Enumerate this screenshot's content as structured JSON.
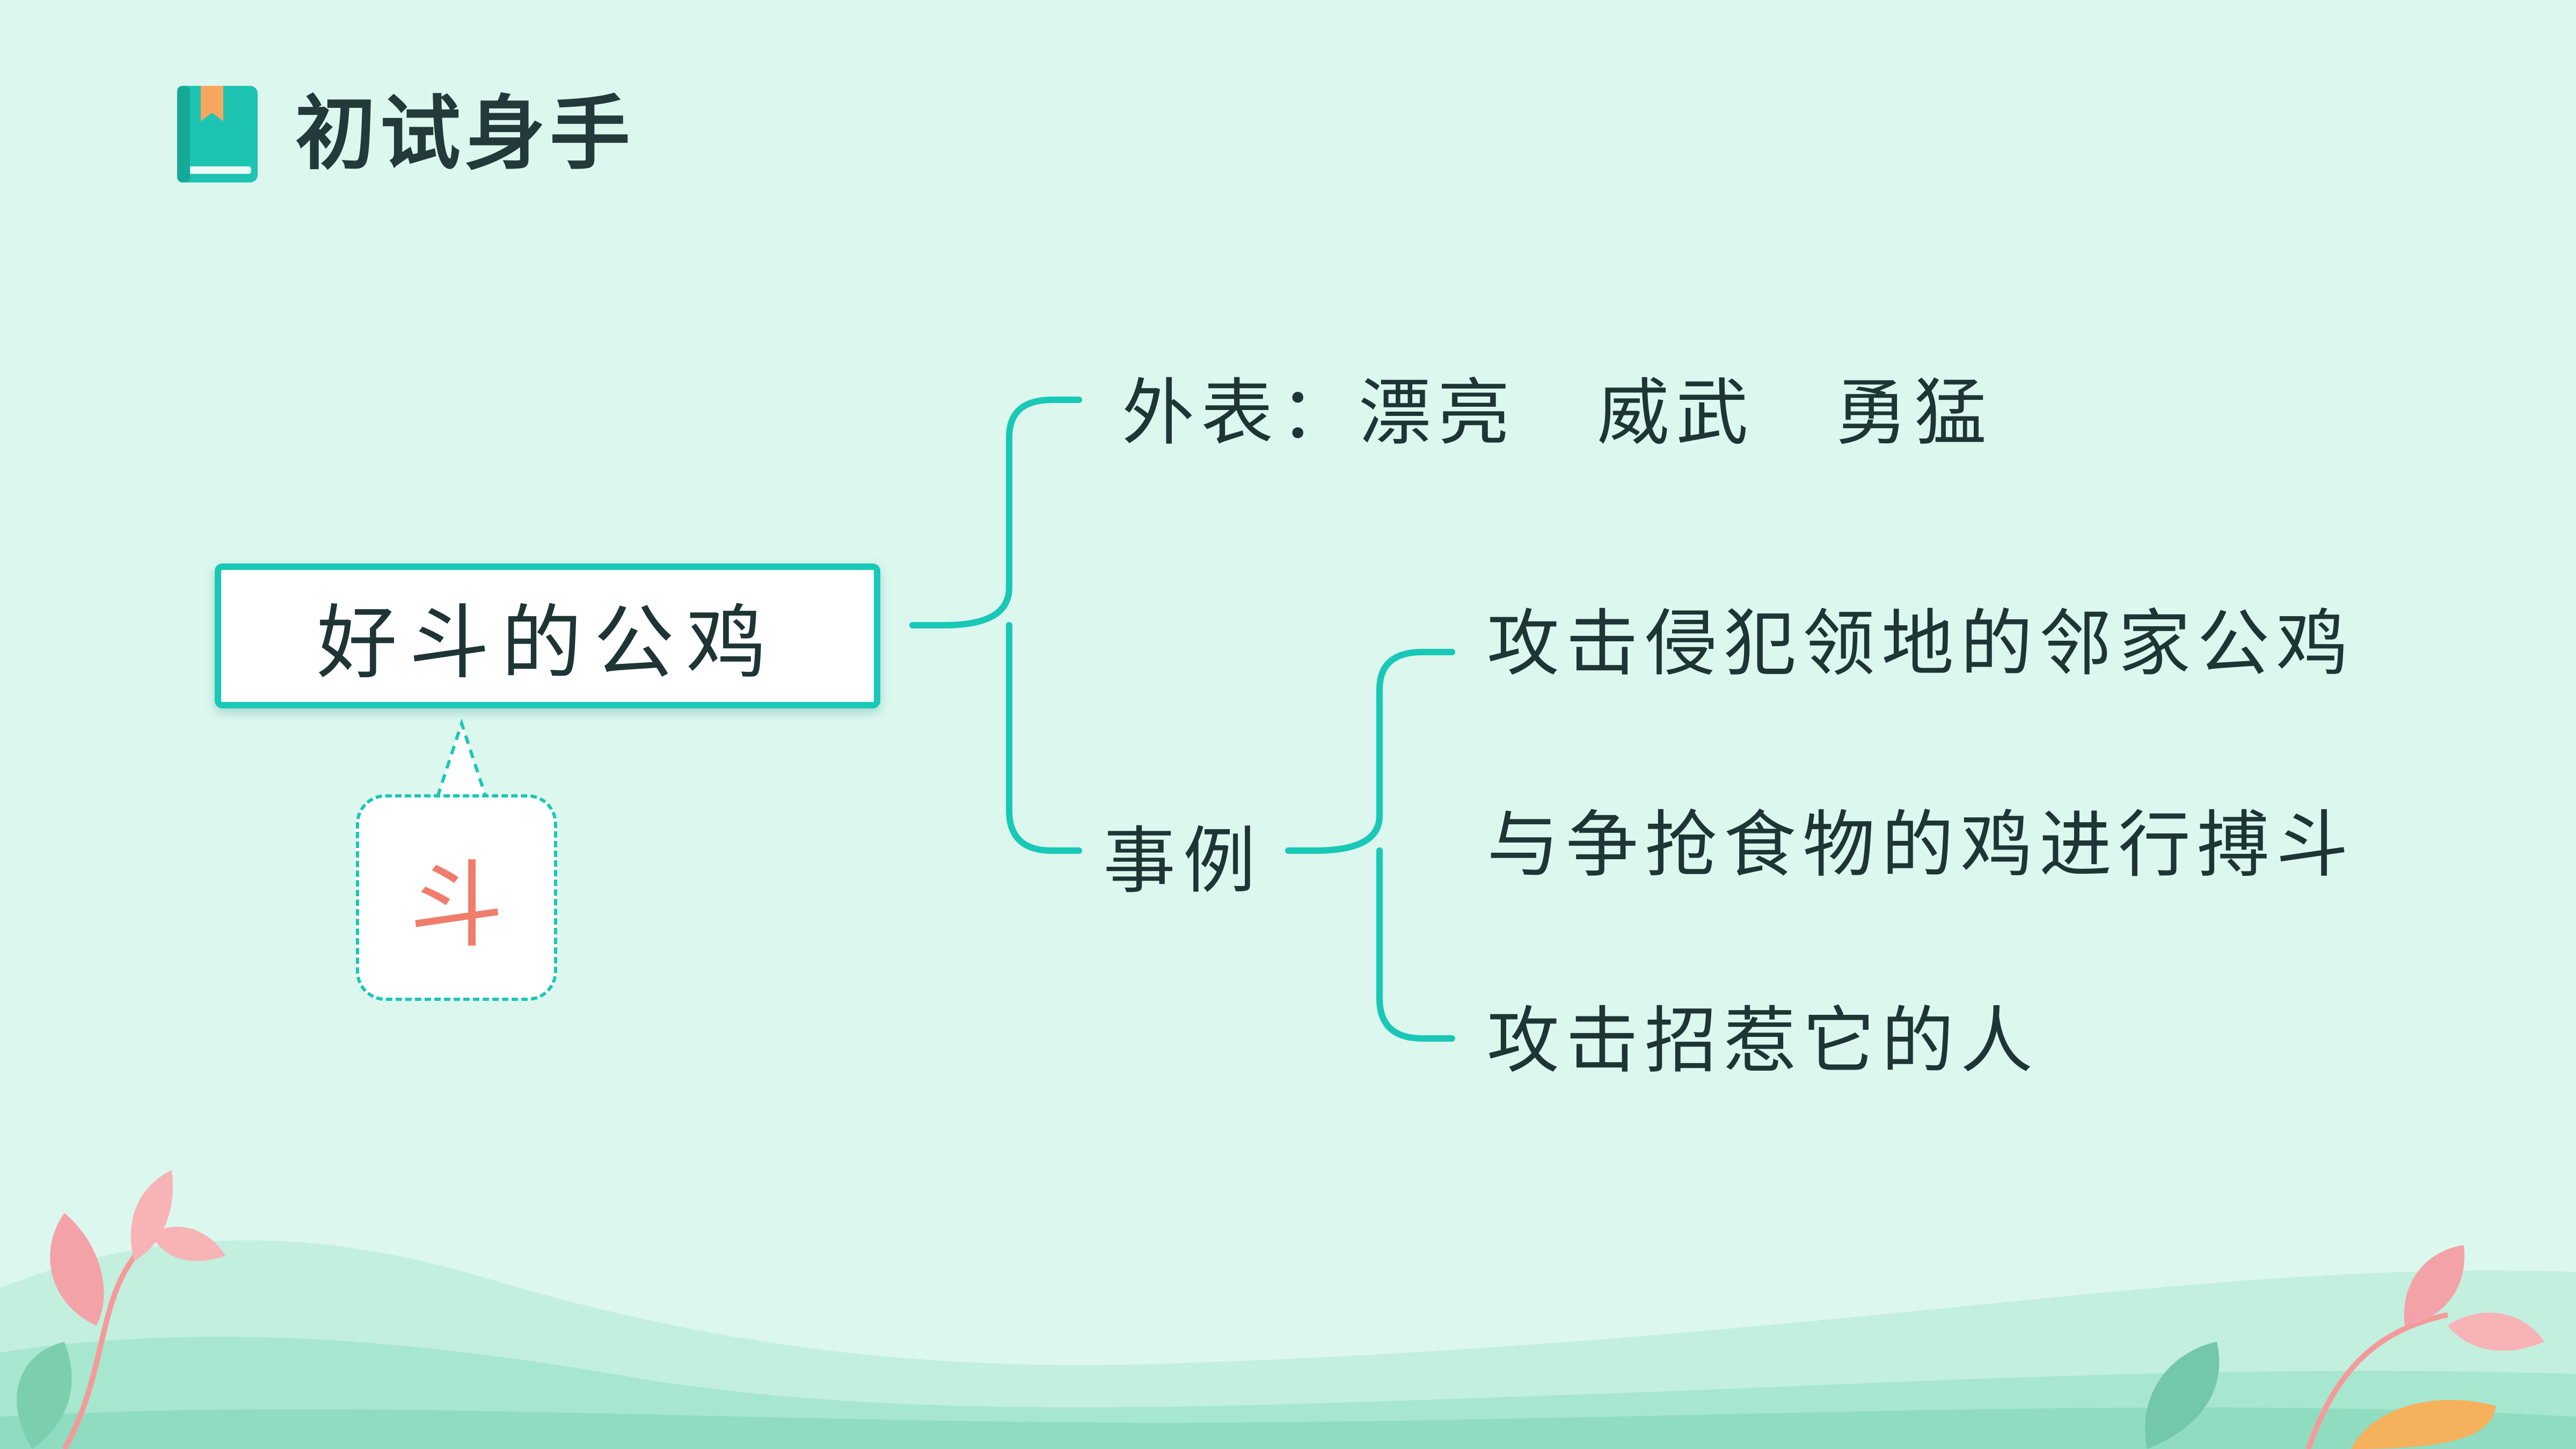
{
  "header": {
    "title": "初试身手",
    "icon": "book-icon"
  },
  "diagram": {
    "root": "好斗的公鸡",
    "callout": "斗",
    "branches": [
      {
        "label": "外表：",
        "items": [
          "漂亮",
          "威武",
          "勇猛"
        ]
      },
      {
        "label": "事例",
        "items": [
          "攻击侵犯领地的邻家公鸡",
          "与争抢食物的鸡进行搏斗",
          "攻击招惹它的人"
        ]
      }
    ]
  },
  "colors": {
    "background": "#dcf7ee",
    "accent": "#19c8b7",
    "callout_text": "#f07d6b",
    "text": "#1f3535"
  }
}
